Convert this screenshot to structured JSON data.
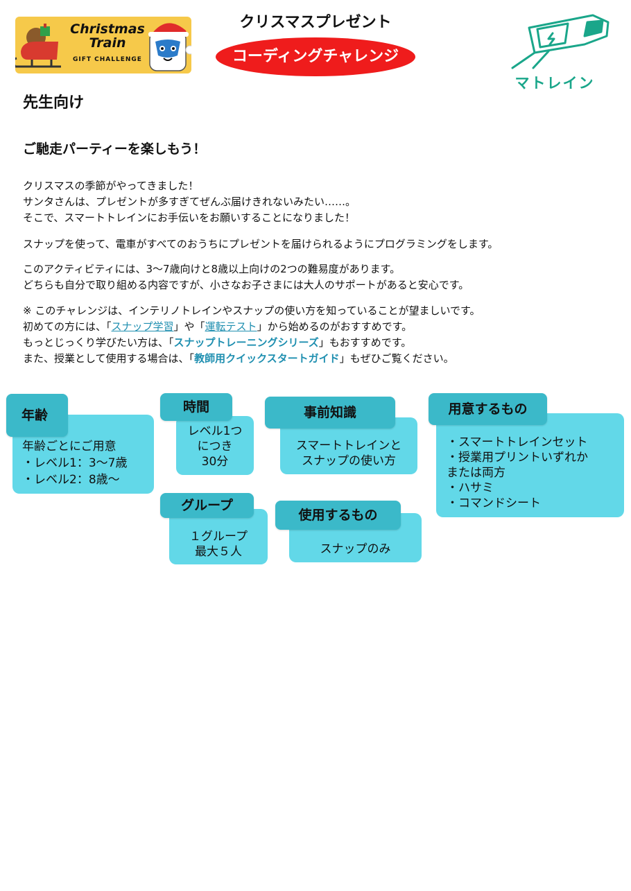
{
  "header": {
    "logo": {
      "line1": "Christmas",
      "line2": "Train",
      "line3": "GIFT CHALLENGE"
    },
    "title": "クリスマスプレゼント",
    "subtitle": "コーディングチャレンジ",
    "brand": "マトレイン"
  },
  "audience": "先生向け",
  "heading": "ご馳走パーティーを楽しもう！",
  "intro": [
    "クリスマスの季節がやってきました！",
    "サンタさんは、プレゼントが多すぎてぜんぶ届けきれないみたい……。",
    "そこで、スマートトレインにお手伝いをお願いすることになりました！"
  ],
  "description": "スナップを使って、電車がすべてのおうちにプレゼントを届けられるようにプログラミングをします。",
  "levels": [
    "このアクティビティには、3〜7歳向けと8歳以上向けの2つの難易度があります。",
    "どちらも自分で取り組める内容ですが、小さなお子さまには大人のサポートがあると安心です。"
  ],
  "note": {
    "line1": "※ このチャレンジは、インテリノトレインやスナップの使い方を知っていることが望ましいです。",
    "line2_pre": "初めての方には、「",
    "link1": "スナップ学習",
    "line2_mid": "」や「",
    "link2": "運転テスト",
    "line2_post": "」から始めるのがおすすめです。",
    "line3_pre": "もっとじっくり学びたい方は、「",
    "link3": "スナップトレーニングシリーズ",
    "line3_post": "」もおすすめです。",
    "line4_pre": "また、授業として使用する場合は、「",
    "link4": "教師用クイックスタートガイド",
    "line4_post": "」もぜひご覧ください。"
  },
  "cards": {
    "age": {
      "title": "年齢",
      "lines": [
        "年齢ごとにご用意",
        "・レベル1：3〜7歳",
        "・レベル2：8歳〜"
      ]
    },
    "time": {
      "title": "時間",
      "lines": [
        "レベル1つ",
        "につき",
        "30分"
      ]
    },
    "knowledge": {
      "title": "事前知識",
      "lines": [
        "スマートトレインと",
        "スナップの使い方"
      ]
    },
    "materials": {
      "title": "用意するもの",
      "lines": [
        "・スマートトレインセット",
        "・授業用プリントいずれか",
        "または両方",
        "・ハサミ",
        "・コマンドシート"
      ]
    },
    "group": {
      "title": "グループ",
      "lines": [
        "１グループ",
        "最大５人"
      ]
    },
    "usage": {
      "title": "使用するもの",
      "lines": [
        "スナップのみ"
      ]
    }
  },
  "colors": {
    "card_body": "#62d8e8",
    "card_tab": "#3bb9c9",
    "pill": "#ef1c1c",
    "brand": "#1aa68a",
    "link": "#1f8fb0",
    "logo_bg": "#f6c94a"
  }
}
